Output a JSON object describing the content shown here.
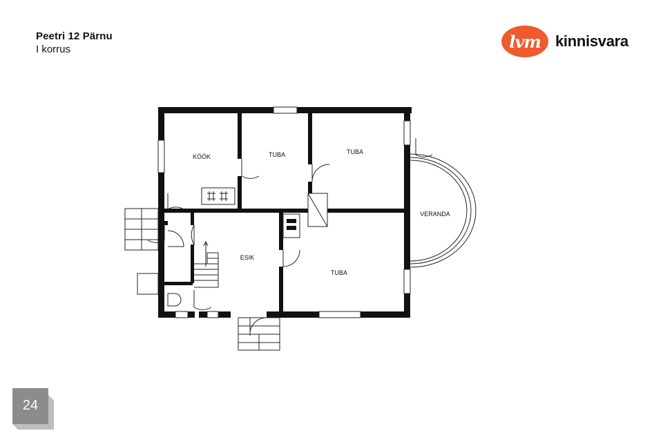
{
  "header": {
    "address": "Peetri 12 Pärnu",
    "floor": "I korrus"
  },
  "logo": {
    "badge": "lvm",
    "text": "kinnisvara",
    "brand_color": "#ee5b2f"
  },
  "rooms": {
    "kitchen": "KÖÖK",
    "room1": "TUBA",
    "room2": "TUBA",
    "room3": "TUBA",
    "hall": "ESIK",
    "veranda": "VERANDA"
  },
  "page": {
    "number": "24"
  },
  "colors": {
    "wall": "#111111",
    "badge_gray": "#8c8c8c"
  }
}
